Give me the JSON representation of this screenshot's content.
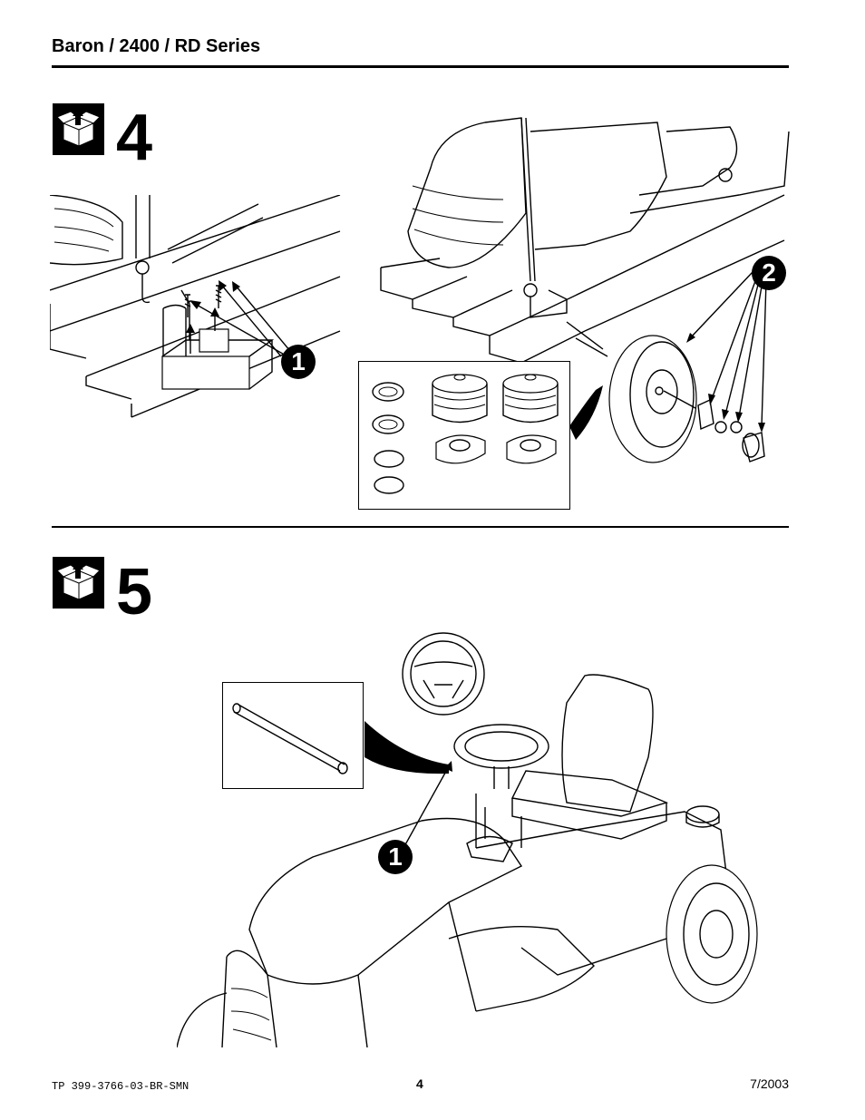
{
  "header": {
    "title": "Baron / 2400 / RD Series"
  },
  "steps": [
    {
      "number": "4",
      "icon": "box-parts-icon",
      "callouts": [
        "1",
        "2"
      ]
    },
    {
      "number": "5",
      "icon": "box-parts-icon",
      "callouts": [
        "1"
      ]
    }
  ],
  "footer": {
    "code": "TP 399-3766-03-BR-SMN",
    "page": "4",
    "date": "7/2003"
  }
}
